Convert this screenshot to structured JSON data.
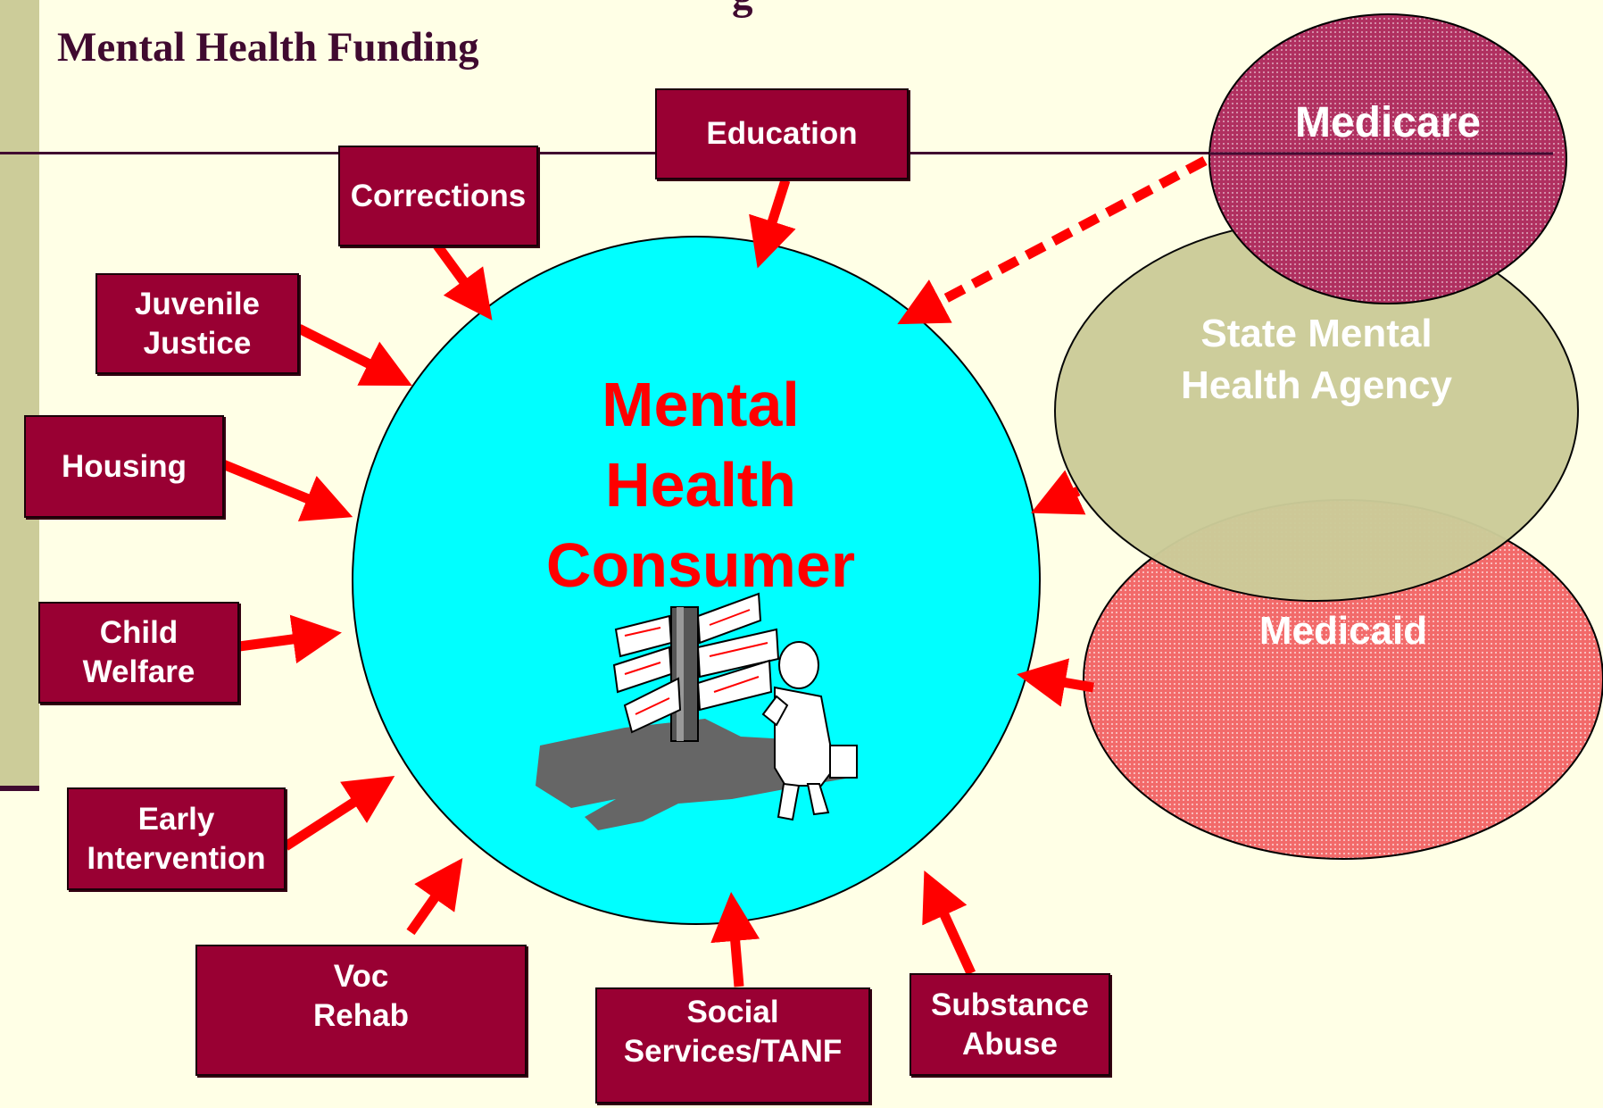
{
  "slide": {
    "title": "Mental Health Funding",
    "clipped_top_text": "g"
  },
  "center": {
    "label": "Mental\nHealth\nConsumer",
    "fill": "#00ffff",
    "label_color": "#ff0000"
  },
  "boxes": {
    "education": "Education",
    "corrections": "Corrections",
    "juvenile_justice": "Juvenile\nJustice",
    "housing": "Housing",
    "child_welfare": "Child\nWelfare",
    "early_intervention": "Early\nIntervention",
    "voc_rehab": "Voc\nRehab",
    "social_services": "Social\nServices/TANF",
    "substance_abuse": "Substance\nAbuse"
  },
  "ovals": {
    "medicare": "Medicare",
    "state_agency": "State Mental\nHealth Agency",
    "medicaid": "Medicaid"
  },
  "colors": {
    "background": "#ffffe6",
    "box_fill": "#990033",
    "arrow": "#ff0000",
    "medicare_fill": "#a0204a",
    "state_fill": "#cccc99",
    "medicaid_fill": "#ee3333",
    "accent_strip": "#cccc99",
    "title_color": "#400a30"
  },
  "icons": [
    "signpost-icon",
    "confused-man-icon"
  ]
}
